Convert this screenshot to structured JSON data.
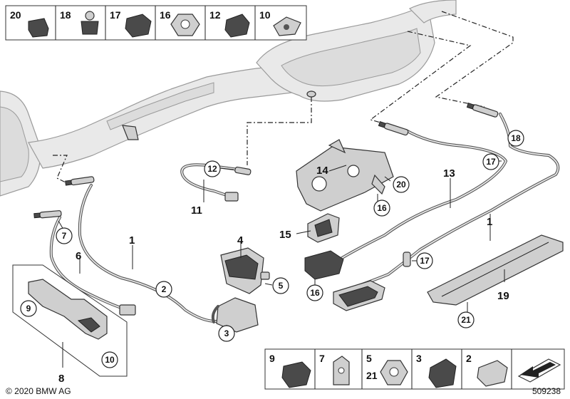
{
  "top_strip": [
    "20",
    "18",
    "17",
    "16",
    "12",
    "10"
  ],
  "bottom_strip": {
    "items": [
      "9",
      "7",
      "5",
      "3",
      "2"
    ],
    "sub_item": "21"
  },
  "callouts": {
    "plain": {
      "p1a": "1",
      "p1b": "1",
      "p4": "4",
      "p6": "6",
      "p8": "8",
      "p11": "11",
      "p13": "13",
      "p14": "14",
      "p15": "15",
      "p19": "19"
    },
    "circled": {
      "c2": "2",
      "c3": "3",
      "c5": "5",
      "c7": "7",
      "c9": "9",
      "c10": "10",
      "c12": "12",
      "c16a": "16",
      "c16b": "16",
      "c17a": "17",
      "c17b": "17",
      "c18": "18",
      "c20": "20",
      "c21": "21"
    }
  },
  "footer": {
    "copyright": "© 2020 BMW AG",
    "diagram_id": "509238"
  }
}
